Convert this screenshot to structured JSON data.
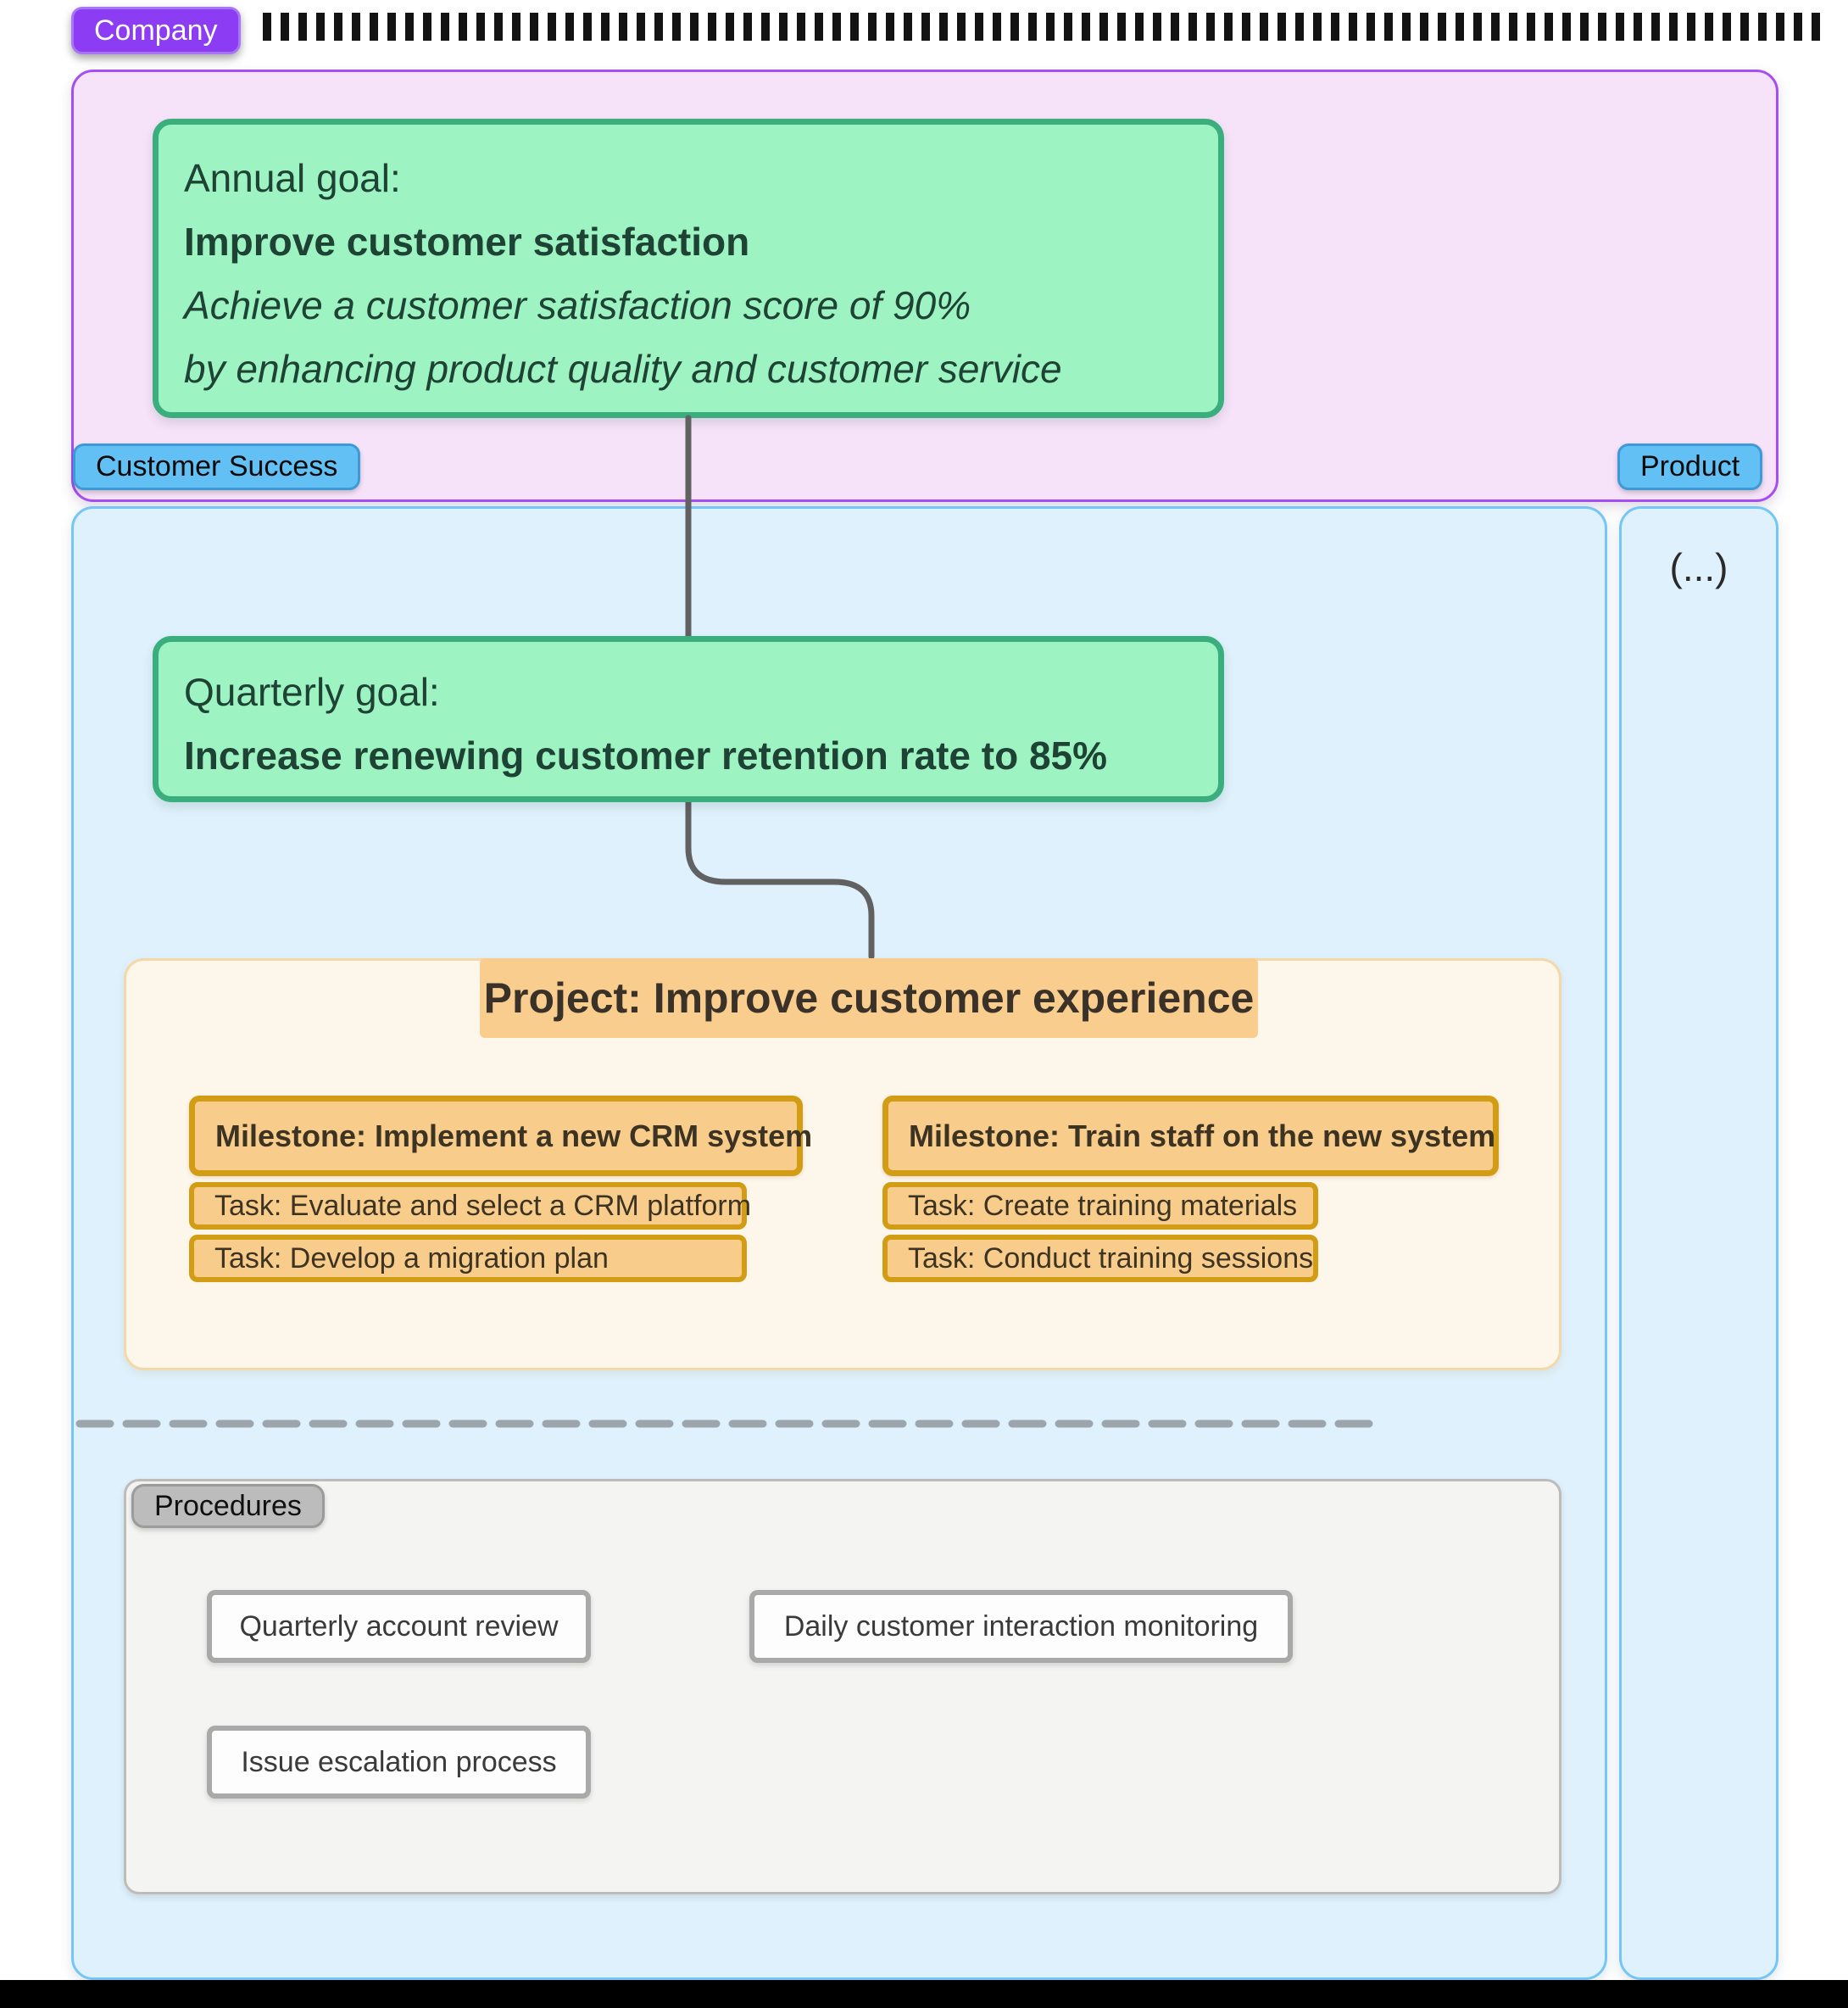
{
  "company": {
    "label": "Company"
  },
  "annual_goal": {
    "title": "Annual goal:",
    "name": "Improve customer satisfaction",
    "desc_line1": "Achieve a customer satisfaction score of 90%",
    "desc_line2": "by enhancing product quality and customer service"
  },
  "teams": [
    {
      "label": "Customer Success"
    },
    {
      "label": "Product",
      "collapsed_indicator": "(...)"
    }
  ],
  "quarterly_goal": {
    "title": "Quarterly goal:",
    "name": "Increase renewing customer retention rate to 85%"
  },
  "project": {
    "title": "Project: Improve customer experience",
    "milestones": [
      {
        "title": "Milestone: Implement a new CRM system",
        "tasks": [
          "Task: Evaluate and select a CRM platform",
          "Task: Develop a migration plan"
        ]
      },
      {
        "title": "Milestone: Train staff on the new system",
        "tasks": [
          "Task: Create training materials",
          "Task: Conduct training sessions"
        ]
      }
    ]
  },
  "procedures": {
    "label": "Procedures",
    "items": [
      "Quarterly account review",
      "Daily customer interaction monitoring",
      "Issue escalation process"
    ]
  },
  "colors": {
    "company_label_bg": "#8C3CF2",
    "company_container_bg": "#F6E2F9",
    "company_container_border": "#A44FF0",
    "goal_card_bg": "#9EF3C3",
    "goal_card_border": "#3AAE7C",
    "team_label_bg": "#63C0F5",
    "team_container_bg": "#DFF1FC",
    "team_container_border": "#74C6F6",
    "project_container_bg": "#FDF6EA",
    "project_header_bg": "#F8CD8E",
    "milestone_bg": "#F8CD8C",
    "milestone_border": "#D29D15",
    "procedures_container_bg": "#F4F4F3",
    "procedures_label_bg": "#BCBCBC",
    "procedure_box_bg": "#FDFDFD",
    "connector": "#616161",
    "separator_dash": "#9CA5AC"
  }
}
